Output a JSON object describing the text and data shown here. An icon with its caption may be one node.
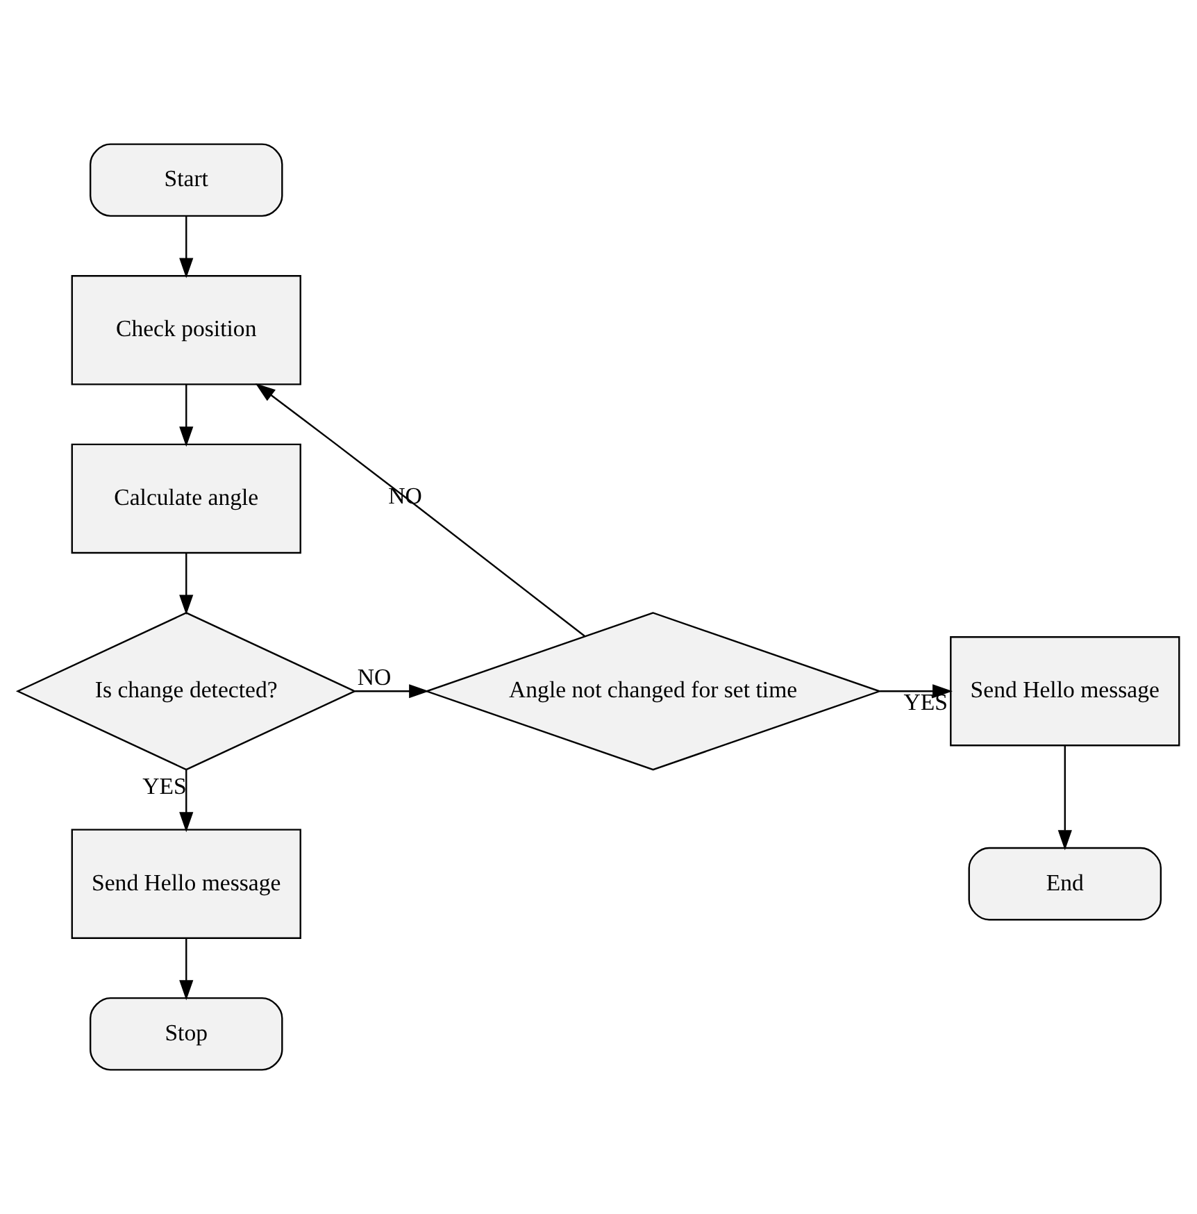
{
  "diagram": {
    "nodes": [
      {
        "text": [
          "Start"
        ]
      },
      {
        "text": [
          "Check position"
        ]
      },
      {
        "text": [
          "Calculate angle"
        ]
      },
      {
        "text": [
          "Is change detected?"
        ]
      },
      {
        "text": [
          "Angle not changed for set time"
        ]
      },
      {
        "text": [
          "Send Hello message"
        ]
      },
      {
        "text": [
          "End"
        ]
      },
      {
        "text": [
          "Send Hello message"
        ]
      },
      {
        "text": [
          "Stop"
        ]
      }
    ],
    "edges": [
      {
        "from": 0,
        "to": 1,
        "arrow": "to"
      },
      {
        "from": 1,
        "to": 2,
        "arrow": "to"
      },
      {
        "from": 2,
        "to": 3,
        "arrow": "to"
      },
      {
        "from": 3,
        "to": 4,
        "arrow": "to",
        "label": "NO"
      },
      {
        "from": 3,
        "to": 7,
        "arrow": "to",
        "label": "YES"
      },
      {
        "from": 4,
        "to": 1,
        "arrow": "to",
        "label": "NO"
      },
      {
        "from": 4,
        "to": 5,
        "arrow": "to",
        "label": "YES"
      },
      {
        "from": 5,
        "to": 6,
        "arrow": "to"
      },
      {
        "from": 7,
        "to": 8,
        "arrow": "to"
      }
    ]
  }
}
